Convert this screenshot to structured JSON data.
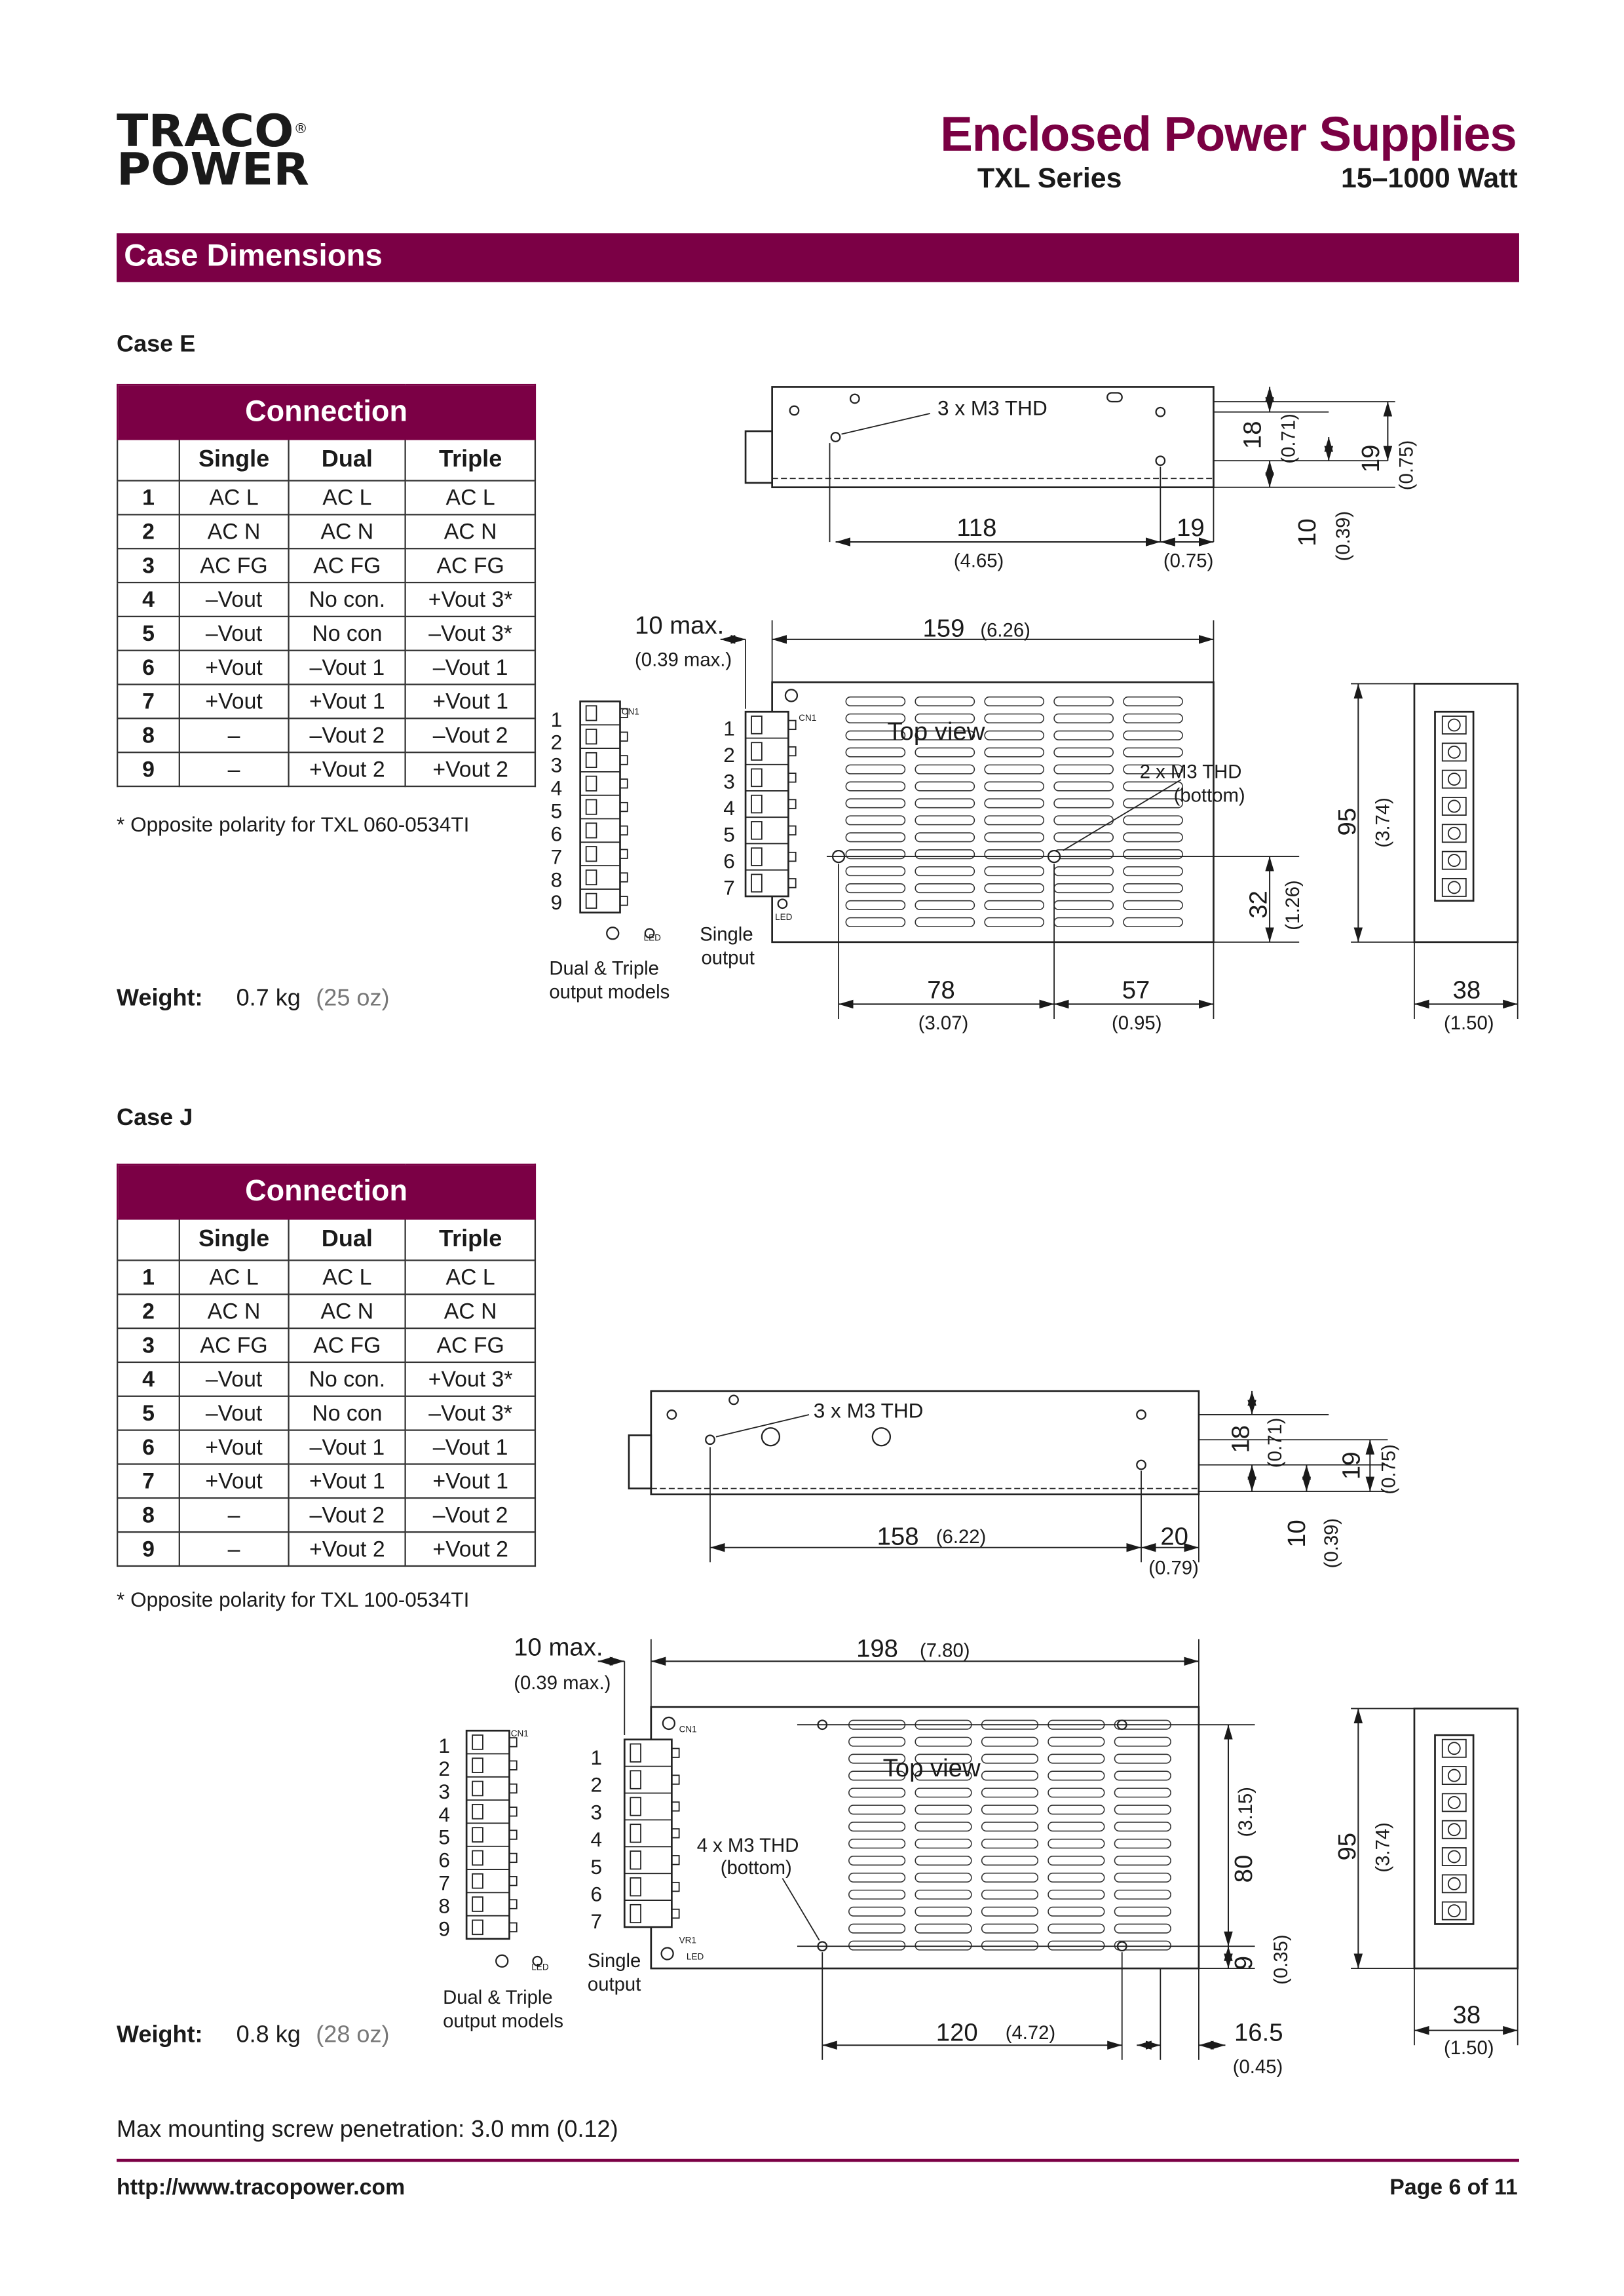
{
  "header": {
    "logo_line1": "TRACO",
    "logo_line2": "POWER",
    "logo_reg": "®",
    "title": "Enclosed Power Supplies",
    "series": "TXL Series",
    "watt_range": "15–1000 Watt"
  },
  "section_title": "Case Dimensions",
  "colors": {
    "brand": "#7b0045"
  },
  "cases": [
    {
      "label": "Case E",
      "table": {
        "title": "Connection",
        "columns": [
          "Single",
          "Dual",
          "Triple"
        ],
        "rows": [
          {
            "pin": "1",
            "single": "AC L",
            "dual": "AC L",
            "triple": "AC L"
          },
          {
            "pin": "2",
            "single": "AC N",
            "dual": "AC N",
            "triple": "AC N"
          },
          {
            "pin": "3",
            "single": "AC FG",
            "dual": "AC FG",
            "triple": "AC FG"
          },
          {
            "pin": "4",
            "single": "–Vout",
            "dual": "No con.",
            "triple": "+Vout 3*"
          },
          {
            "pin": "5",
            "single": "–Vout",
            "dual": "No con",
            "triple": "–Vout 3*"
          },
          {
            "pin": "6",
            "single": "+Vout",
            "dual": "–Vout 1",
            "triple": "–Vout 1"
          },
          {
            "pin": "7",
            "single": "+Vout",
            "dual": "+Vout 1",
            "triple": "+Vout 1"
          },
          {
            "pin": "8",
            "single": "–",
            "dual": "–Vout 2",
            "triple": "–Vout 2"
          },
          {
            "pin": "9",
            "single": "–",
            "dual": "+Vout 2",
            "triple": "+Vout 2"
          }
        ]
      },
      "footnote": "* Opposite polarity for TXL 060-0534TI",
      "weight": {
        "label": "Weight:",
        "value": "0.7 kg",
        "alt": "(25 oz)"
      },
      "drawing": {
        "holes_side": "3 x M3 THD",
        "d_118": "118",
        "d_118_in": "(4.65)",
        "d_19a": "19",
        "d_19a_in": "(0.75)",
        "d_18": "18",
        "d_18_in": "(0.71)",
        "d_19b": "19",
        "d_19b_in": "(0.75)",
        "d_10": "10",
        "d_10_in": "(0.39)",
        "max": "10 max.",
        "max_in": "(0.39 max.)",
        "d_159": "159",
        "d_159_in": "(6.26)",
        "top_view": "Top view",
        "holes_bottom": "2 x M3 THD",
        "holes_bottom2": "(bottom)",
        "d_78": "78",
        "d_78_in": "(3.07)",
        "d_57": "57",
        "d_57_in": "(0.95)",
        "d_32": "32",
        "d_32_in": "(1.26)",
        "d_95": "95",
        "d_95_in": "(3.74)",
        "d_38": "38",
        "d_38_in": "(1.50)",
        "single_lbl1": "Single",
        "single_lbl2": "output",
        "dual_lbl1": "Dual & Triple",
        "dual_lbl2": "output models",
        "cn1": "CN1",
        "led": "LED",
        "pins_single": [
          "1",
          "2",
          "3",
          "4",
          "5",
          "6",
          "7"
        ],
        "pins_dual": [
          "1",
          "2",
          "3",
          "4",
          "5",
          "6",
          "7",
          "8",
          "9"
        ]
      }
    },
    {
      "label": "Case J",
      "table": {
        "title": "Connection",
        "columns": [
          "Single",
          "Dual",
          "Triple"
        ],
        "rows": [
          {
            "pin": "1",
            "single": "AC L",
            "dual": "AC L",
            "triple": "AC L"
          },
          {
            "pin": "2",
            "single": "AC N",
            "dual": "AC N",
            "triple": "AC N"
          },
          {
            "pin": "3",
            "single": "AC FG",
            "dual": "AC FG",
            "triple": "AC FG"
          },
          {
            "pin": "4",
            "single": "–Vout",
            "dual": "No con.",
            "triple": "+Vout 3*"
          },
          {
            "pin": "5",
            "single": "–Vout",
            "dual": "No con",
            "triple": "–Vout 3*"
          },
          {
            "pin": "6",
            "single": "+Vout",
            "dual": "–Vout 1",
            "triple": "–Vout 1"
          },
          {
            "pin": "7",
            "single": "+Vout",
            "dual": "+Vout 1",
            "triple": "+Vout 1"
          },
          {
            "pin": "8",
            "single": "–",
            "dual": "–Vout 2",
            "triple": "–Vout 2"
          },
          {
            "pin": "9",
            "single": "–",
            "dual": "+Vout 2",
            "triple": "+Vout 2"
          }
        ]
      },
      "footnote": "* Opposite polarity for TXL 100-0534TI",
      "weight": {
        "label": "Weight:",
        "value": "0.8 kg",
        "alt": "(28 oz)"
      },
      "drawing": {
        "holes_side": "3 x M3 THD",
        "d_158": "158",
        "d_158_in": "(6.22)",
        "d_20": "20",
        "d_20_in": "(0.79)",
        "d_18": "18",
        "d_18_in": "(0.71)",
        "d_19": "19",
        "d_19_in": "(0.75)",
        "d_10": "10",
        "d_10_in": "(0.39)",
        "max": "10 max.",
        "max_in": "(0.39 max.)",
        "d_198": "198",
        "d_198_in": "(7.80)",
        "top_view": "Top view",
        "holes_bottom": "4 x M3 THD",
        "holes_bottom2": "(bottom)",
        "d_120": "120",
        "d_120_in": "(4.72)",
        "d_165": "16.5",
        "d_165_in": "(0.45)",
        "d_80": "80",
        "d_80_in": "(3.15)",
        "d_9": "9",
        "d_9_in": "(0.35)",
        "d_95": "95",
        "d_95_in": "(3.74)",
        "d_38": "38",
        "d_38_in": "(1.50)",
        "single_lbl1": "Single",
        "single_lbl2": "output",
        "dual_lbl1": "Dual & Triple",
        "dual_lbl2": "output models",
        "cn1": "CN1",
        "led": "LED",
        "vr1": "VR1",
        "pins_single": [
          "1",
          "2",
          "3",
          "4",
          "5",
          "6",
          "7"
        ],
        "pins_dual": [
          "1",
          "2",
          "3",
          "4",
          "5",
          "6",
          "7",
          "8",
          "9"
        ]
      }
    }
  ],
  "footer": {
    "note": "Max mounting screw penetration: 3.0 mm (0.12)",
    "url": "http://www.tracopower.com",
    "page": "Page 6 of 11"
  }
}
